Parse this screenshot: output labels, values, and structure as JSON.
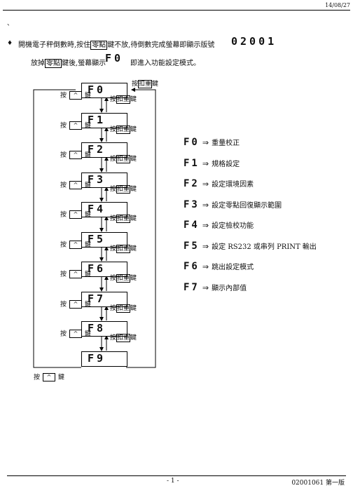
{
  "header": {
    "date": "14/08/27"
  },
  "mark": "、",
  "intro": {
    "bullet": "♦",
    "line1_a": "開機電子秤倒數時,按住",
    "line1_key": "零點",
    "line1_b": "鍵不放,待倒數完成螢幕即顯示版號",
    "version_display": "02001",
    "line2_a": "放掉",
    "line2_key": "零點",
    "line2_b": "鍵後,螢幕顯示",
    "f0_display": "F0",
    "line2_c": "即進入功能設定模式。"
  },
  "flow": {
    "displays": [
      "F0",
      "F1",
      "F2",
      "F3",
      "F4",
      "F5",
      "F6",
      "F7",
      "F8",
      "F9"
    ],
    "press_label": "按",
    "up_key": "^",
    "key_suffix": "鍵",
    "press_tare_a": "按",
    "press_tare_key": "扣重",
    "press_tare_b": "鍵"
  },
  "legend": [
    {
      "code": "F0",
      "text": "重量校正"
    },
    {
      "code": "F1",
      "text": "規格設定"
    },
    {
      "code": "F2",
      "text": "設定環境因素"
    },
    {
      "code": "F3",
      "text": "設定零點回復顯示範圍"
    },
    {
      "code": "F4",
      "text": "設定檢校功能"
    },
    {
      "code": "F5",
      "text": "設定 RS232 或串列 PRINT 輸出"
    },
    {
      "code": "F6",
      "text": "跳出設定模式"
    },
    {
      "code": "F7",
      "text": "顯示內部值"
    }
  ],
  "legend_arrow": "⇒",
  "footer": {
    "page": "- 1 -",
    "doc": "02001061 第一版"
  }
}
